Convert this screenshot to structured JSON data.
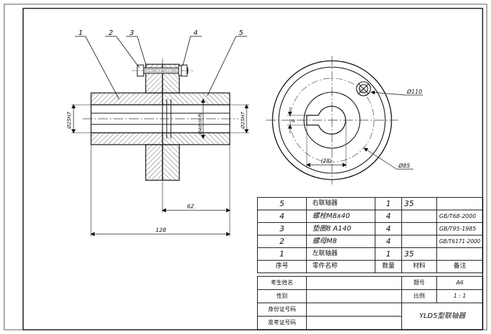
{
  "drawing": {
    "part_labels": [
      "1",
      "2",
      "3",
      "4",
      "5"
    ],
    "dims": {
      "bore_left": "Ø25H7",
      "bore_right": "Ø25H7",
      "center_fit": "Ø40H9/f9",
      "len_62": "62",
      "len_128": "128",
      "dia_110": "Ø110",
      "dia_85": "Ø85",
      "key_8": "8",
      "key_28": "(28)"
    }
  },
  "bom": {
    "rows": [
      {
        "index": "5",
        "name": "右联轴器",
        "qty": "1",
        "material": "35",
        "note": ""
      },
      {
        "index": "4",
        "name": "螺栓M8x40",
        "qty": "4",
        "material": "",
        "note": "GB/T68-2000"
      },
      {
        "index": "3",
        "name": "垫圈8 A140",
        "qty": "4",
        "material": "",
        "note": "GB/T95-1985"
      },
      {
        "index": "2",
        "name": "螺母M8",
        "qty": "4",
        "material": "",
        "note": "GB/T6171-2000"
      },
      {
        "index": "1",
        "name": "左联轴器",
        "qty": "1",
        "material": "35",
        "note": ""
      }
    ],
    "header": {
      "index": "序号",
      "name": "零件名称",
      "qty": "数量",
      "material": "材料",
      "note": "备注"
    }
  },
  "title_block": {
    "name_label": "考生姓名",
    "gender_label": "性别",
    "id_label": "身份证号码",
    "exam_label": "准考证号码",
    "question_label": "题号",
    "question_value": "A6",
    "scale_label": "比例",
    "scale_value": "1 : 1",
    "drawing_name": "YLD5型联轴器"
  }
}
